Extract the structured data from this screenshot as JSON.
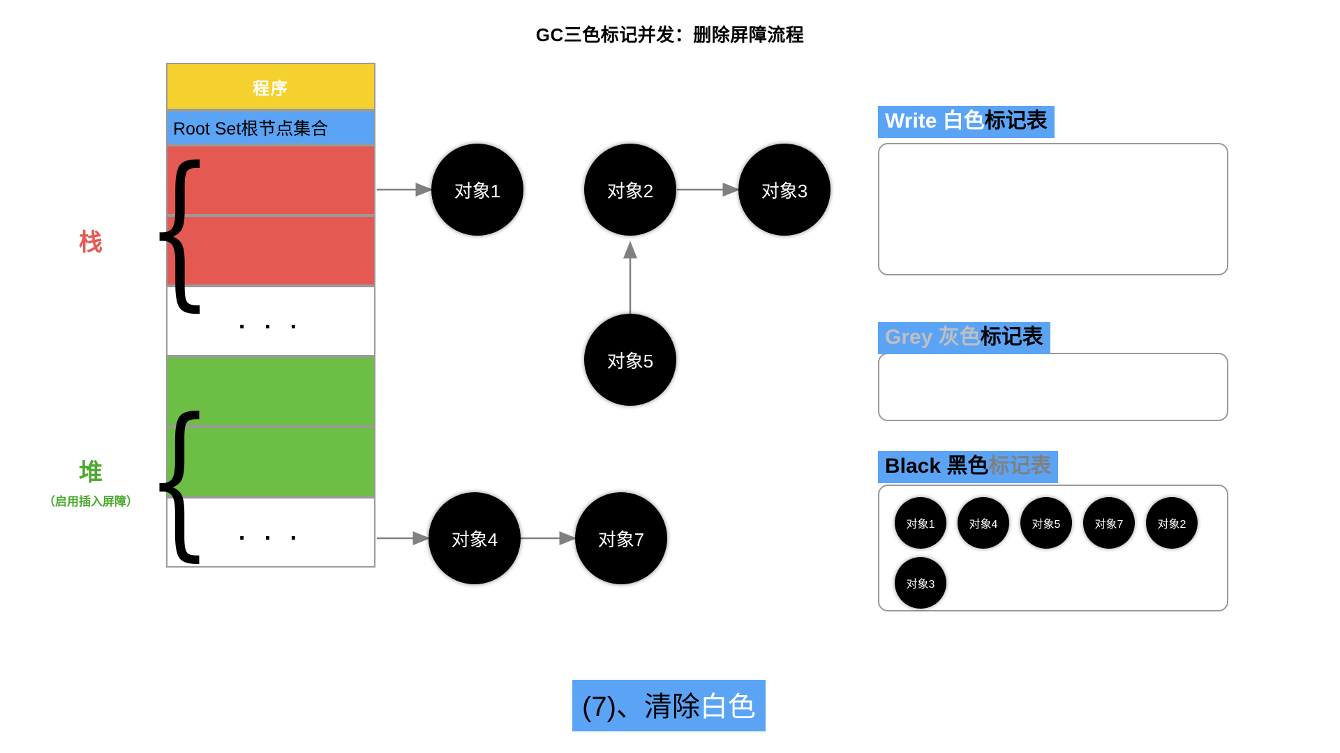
{
  "title": "GC三色标记并发：删除屏障流程",
  "memory": {
    "program_label": "程序",
    "root_set_label": "Root Set根节点集合",
    "dots": ". . .",
    "blocks": [
      {
        "name": "program",
        "label": "程序",
        "color": "#F5D130"
      },
      {
        "name": "root-set",
        "label": "Root Set根节点集合",
        "color": "#5BA4F5"
      },
      {
        "name": "stack-slot-1",
        "label": "",
        "color": "#E45A53"
      },
      {
        "name": "stack-slot-2",
        "label": "",
        "color": "#E45A53"
      },
      {
        "name": "stack-ellipsis",
        "label": ". . .",
        "color": "#FFFFFF"
      },
      {
        "name": "heap-slot-1",
        "label": "",
        "color": "#6CBE45"
      },
      {
        "name": "heap-slot-2",
        "label": "",
        "color": "#6CBE45"
      },
      {
        "name": "heap-ellipsis",
        "label": ". . .",
        "color": "#FFFFFF"
      }
    ]
  },
  "regions": {
    "stack": {
      "label": "栈",
      "color": "#E45A53"
    },
    "heap": {
      "label": "堆",
      "sub": "（启用插入屏障）",
      "color": "#4CA82E"
    }
  },
  "graph": {
    "nodes": [
      {
        "id": "obj1",
        "label": "对象1"
      },
      {
        "id": "obj2",
        "label": "对象2"
      },
      {
        "id": "obj3",
        "label": "对象3"
      },
      {
        "id": "obj5",
        "label": "对象5"
      },
      {
        "id": "obj4",
        "label": "对象4"
      },
      {
        "id": "obj7",
        "label": "对象7"
      }
    ],
    "edges": [
      {
        "from": "stack-slot-2",
        "to": "obj1"
      },
      {
        "from": "obj2",
        "to": "obj3"
      },
      {
        "from": "obj5",
        "to": "obj2"
      },
      {
        "from": "heap-slot-2",
        "to": "obj4"
      },
      {
        "from": "obj4",
        "to": "obj7"
      }
    ]
  },
  "tables": [
    {
      "name": "white",
      "badge_en": "Write 白色",
      "badge_cn": "标记表",
      "items": []
    },
    {
      "name": "grey",
      "badge_en": "Grey 灰色",
      "badge_cn": "标记表",
      "items": []
    },
    {
      "name": "black",
      "badge_en": "Black 黑色",
      "badge_cn": "标记表",
      "items": [
        "对象1",
        "对象4",
        "对象5",
        "对象7",
        "对象2",
        "对象3"
      ]
    }
  ],
  "caption": {
    "step": "(7)、清除",
    "highlight": "白色"
  },
  "colors": {
    "accent_blue": "#5BA4F5",
    "yellow": "#F5D130",
    "red": "#E45A53",
    "green": "#6CBE45",
    "border_grey": "#9A9A9A",
    "arrow_grey": "#808080"
  }
}
